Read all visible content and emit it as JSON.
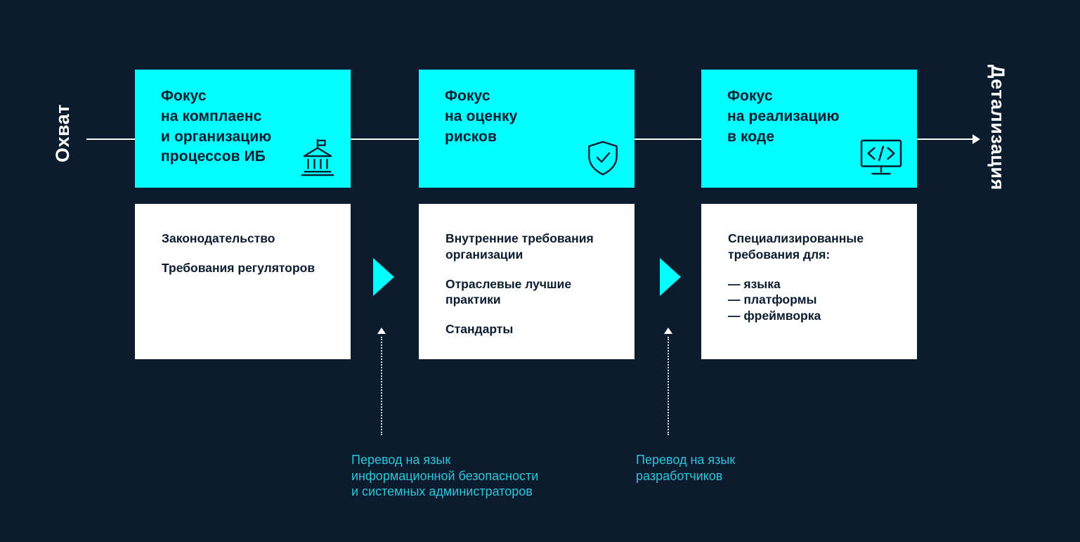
{
  "colors": {
    "background": "#0A1C2E",
    "cyan": "#00FFFF",
    "ink": "#0A1C2E",
    "note": "#2EC5D9",
    "line": "#FFFFFF"
  },
  "axis": {
    "left_label": "Охват",
    "right_label": "Детализация"
  },
  "columns": [
    {
      "id": "compliance",
      "heading": "Фокус\nна комплаенс\nи организацию\nпроцессов ИБ",
      "icon": "bank-icon",
      "items": [
        "Законодательство",
        "Требования регуляторов"
      ]
    },
    {
      "id": "risk-assessment",
      "heading": "Фокус\nна оценку\nрисков",
      "icon": "shield-check-icon",
      "items": [
        "Внутренние требования организации",
        "Отраслевые лучшие практики",
        "Стандарты"
      ]
    },
    {
      "id": "code-implementation",
      "heading": "Фокус\nна реализацию\nв коде",
      "icon": "monitor-code-icon",
      "items": [
        "Специализированные требования для:",
        "— языка\n— платформы\n— фреймворка"
      ]
    }
  ],
  "connectors": [
    {
      "label": "Перевод на язык\nинформационной безопасности\nи системных администраторов"
    },
    {
      "label": "Перевод на язык\nразработчиков"
    }
  ]
}
